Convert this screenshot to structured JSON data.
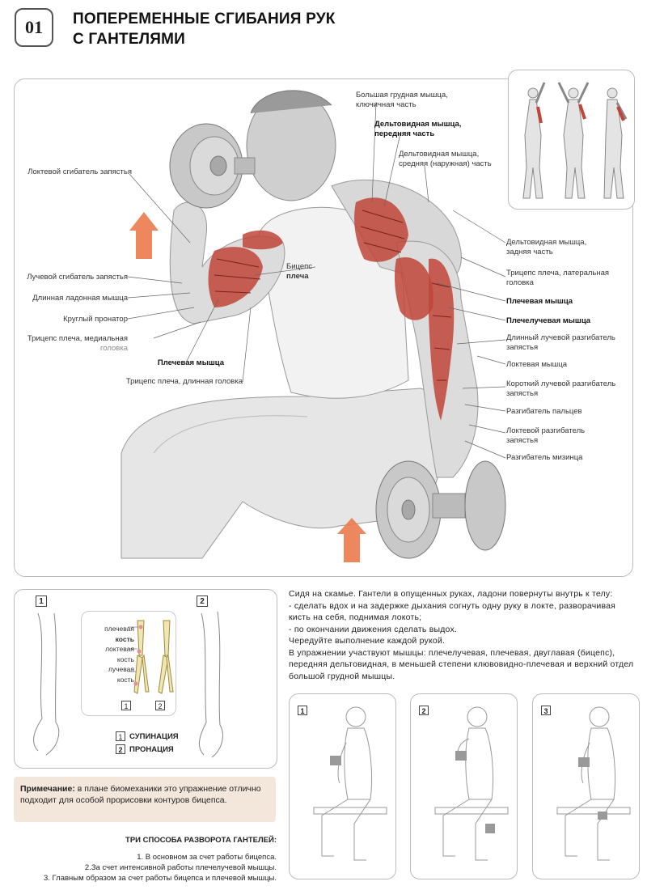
{
  "header": {
    "number": "01",
    "title_line1": "ПОПЕРЕМЕННЫЕ СГИБАНИЯ РУК",
    "title_line2": "С ГАНТЕЛЯМИ"
  },
  "colors": {
    "muscle_red": "#c0453a",
    "arrow_orange": "#ea7a4c",
    "note_bg": "#f3e7dc",
    "border": "#bbbbbb"
  },
  "left_labels": [
    "Локтевой сгибатель запястья",
    "Лучевой сгибатель запястья",
    "Длинная ладонная мышца",
    "Круглый пронатор",
    "Трицепс плеча, медиальная",
    "головка",
    "Плечевая мышца",
    "Трицепс плеча, длинная головка"
  ],
  "center_label": {
    "line1": "Бицепс",
    "line2": "плеча"
  },
  "top_labels": {
    "pec_1": "Большая грудная мышца,",
    "pec_2": "ключичная часть",
    "delt_front_1": "Дельтовидная мышца,",
    "delt_front_2": "передняя часть",
    "delt_mid_1": "Дельтовидная мышца,",
    "delt_mid_2": "средняя (наружная) часть"
  },
  "right_labels": {
    "delt_rear_1": "Дельтовидная мышца,",
    "delt_rear_2": "задняя часть",
    "triceps_lat_1": "Трицепс плеча, латеральная",
    "triceps_lat_2": "головка",
    "brachialis": "Плечевая мышца",
    "brachioradialis": "Плечелучевая мышца",
    "ecrl_1": "Длинный лучевой разгибатель",
    "ecrl_2": "запястья",
    "anconeus": "Локтевая мышца",
    "ecrb_1": "Короткий лучевой разгибатель",
    "ecrb_2": "запястья",
    "ext_dig": "Разгибатель пальцев",
    "ecu_1": "Локтевой разгибатель",
    "ecu_2": "запястья",
    "ext_dm": "Разгибатель мизинца"
  },
  "forearm_panel": {
    "num1": "1",
    "num2": "2",
    "bone_labels": [
      "плечевая",
      "кость",
      "локтевая",
      "кость",
      "лучевая",
      "кость"
    ],
    "legend": [
      {
        "num": "1",
        "label": "СУПИНАЦИЯ"
      },
      {
        "num": "2",
        "label": "ПРОНАЦИЯ"
      }
    ]
  },
  "note": {
    "label": "Примечание:",
    "text": " в плане биомеханики это упражнение отлично подходит для особой прорисовки контуров бицепса."
  },
  "description": [
    "Сидя на скамье. Гантели в опущенных руках, ладони повернуты внутрь к телу:",
    "- сделать вдох и на задержке дыхания согнуть одну руку в локте, разворачивая кисть на себя, поднимая локоть;",
    "- по окончании движения сделать выдох.",
    "Чередуйте выполнение каждой рукой.",
    "В упражнении участвуют мышцы: плечелучевая, плечевая, двуглавая (бицепс), передняя дельтовидная, в меньшей степени клювовидно-плечевая и верхний отдел большой грудной мышцы."
  ],
  "photos": [
    "1",
    "2",
    "3"
  ],
  "methods": {
    "heading": "ТРИ СПОСОБА РАЗВОРОТА ГАНТЕЛЕЙ:",
    "items": [
      "1. В основном за счет работы бицепса.",
      "2.За счет интенсивной работы плечелучевой мышцы.",
      "3. Главным образом за счет работы бицепса и плечевой мышцы."
    ]
  }
}
